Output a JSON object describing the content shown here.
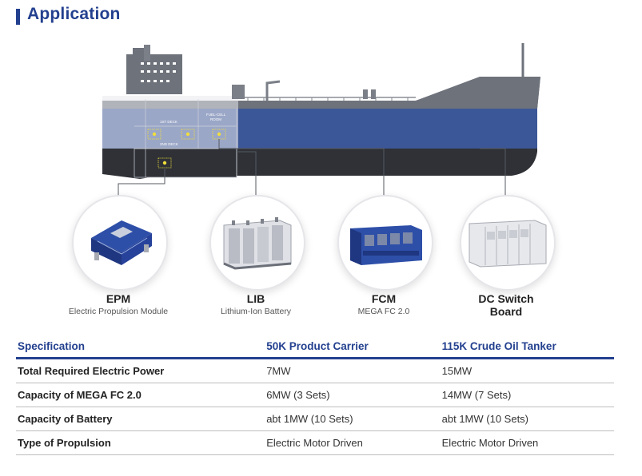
{
  "header": {
    "title": "Application"
  },
  "diagram": {
    "labels": {
      "deck1": "1ST DECK",
      "deck2": "2ND DECK",
      "fuel_cell_room_1": "FUEL-CELL",
      "fuel_cell_room_2": "ROOM"
    }
  },
  "components": [
    {
      "name": "EPM",
      "subtitle": "Electric Propulsion Module"
    },
    {
      "name": "LIB",
      "subtitle": "Lithium-Ion Battery"
    },
    {
      "name": "FCM",
      "subtitle": "MEGA FC 2.0"
    },
    {
      "name_line1": "DC Switch",
      "name_line2": "Board"
    }
  ],
  "spec_table": {
    "headers": [
      "Specification",
      "50K Product Carrier",
      "115K Crude Oil Tanker"
    ],
    "rows": [
      [
        "Total Required Electric Power",
        "7MW",
        "15MW"
      ],
      [
        "Capacity of MEGA FC 2.0",
        "6MW (3 Sets)",
        "14MW (7 Sets)"
      ],
      [
        "Capacity of Battery",
        "abt 1MW (10 Sets)",
        "abt 1MW (10 Sets)"
      ],
      [
        "Type of Propulsion",
        "Electric Motor Driven",
        "Electric Motor Driven"
      ]
    ]
  },
  "colors": {
    "brand_blue": "#23408f",
    "hull_blue": "#3c5797",
    "hull_dark": "#2f3136",
    "deck_gray": "#6e727b",
    "marker_yellow": "#f1de3a"
  }
}
